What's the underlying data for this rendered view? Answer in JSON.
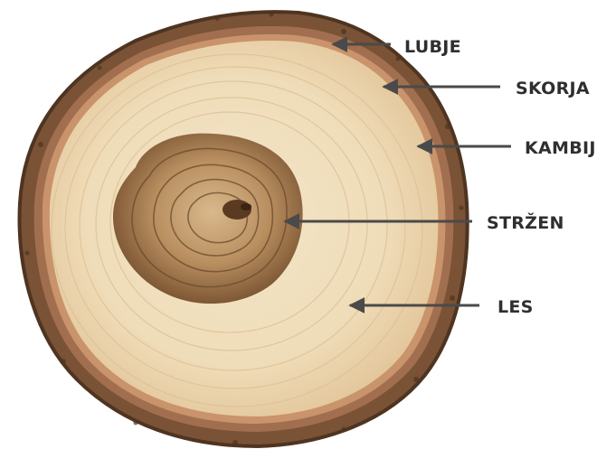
{
  "colors": {
    "bark": "#7a5235",
    "bark_dark": "#4e3421",
    "inner_bark": "#a16f4f",
    "cambium": "#c9936b",
    "sapwood": "#f1dfbe",
    "heartwood": "#b88e5c",
    "heartwood_dark": "#6d4a2c",
    "arrow": "#4a4a4a",
    "label": "#2f2f2f"
  },
  "labels": [
    {
      "id": "lubje",
      "text": "LUBJE"
    },
    {
      "id": "skorja",
      "text": "SKORJA"
    },
    {
      "id": "kambij",
      "text": "KAMBIJ"
    },
    {
      "id": "strzen",
      "text": "STRŽEN"
    },
    {
      "id": "les",
      "text": "LES"
    }
  ]
}
